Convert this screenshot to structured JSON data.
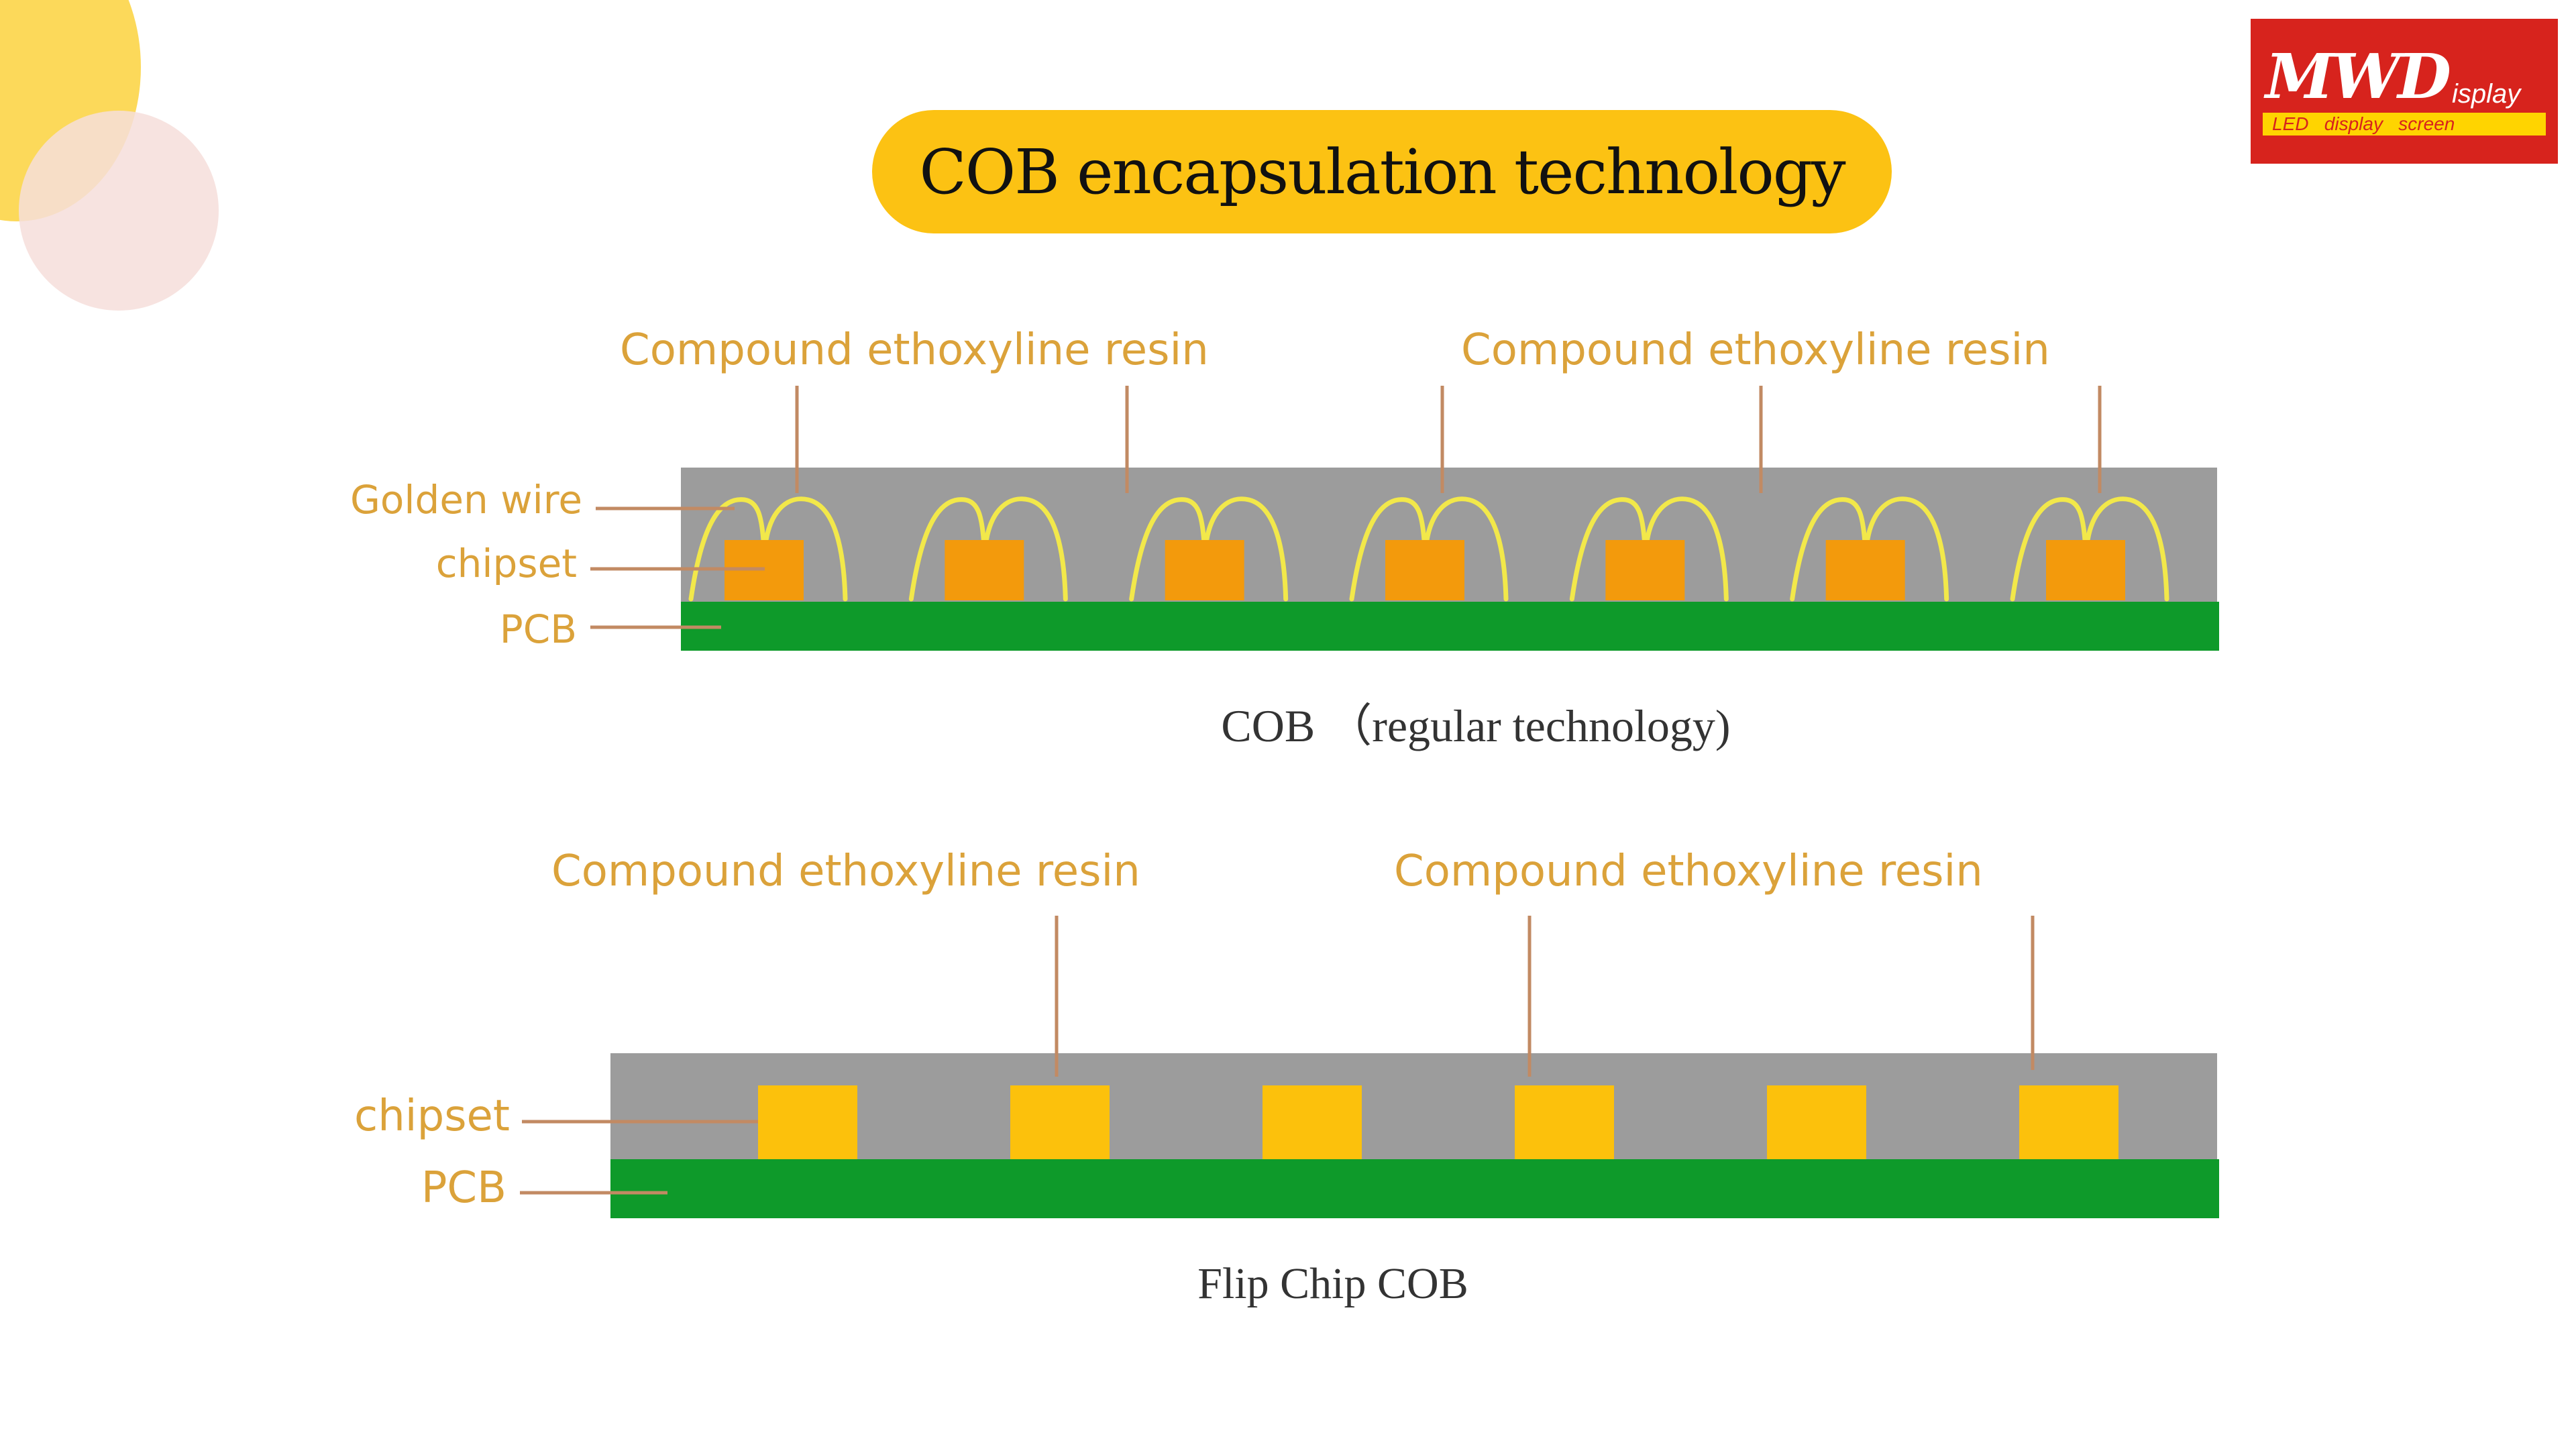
{
  "title": "COB encapsulation technology",
  "logo": {
    "main": "MWD",
    "suffix": "isplay",
    "tagline": "LED   display   screen"
  },
  "top_diagram": {
    "resin_label_left": "Compound ethoxyline resin",
    "resin_label_right": "Compound ethoxyline resin",
    "golden_wire_label": "Golden wire",
    "chipset_label": "chipset",
    "pcb_label": "PCB",
    "caption": "COB （regular technology)",
    "chip_count": 7
  },
  "bottom_diagram": {
    "resin_label_left": "Compound ethoxyline resin",
    "resin_label_right": "Compound ethoxyline resin",
    "chipset_label": "chipset",
    "pcb_label": "PCB",
    "caption": "Flip Chip COB",
    "chip_count": 6
  },
  "colors": {
    "resin": "#9c9c9c",
    "pcb": "#0e9a2a",
    "chip_top": "#f39a0c",
    "chip_bottom": "#fcc10c",
    "wire": "#f2e84a",
    "leader": "#c28a63",
    "label": "#dba23a",
    "title_pill": "#fcc213",
    "logo_red": "#d7231d"
  }
}
